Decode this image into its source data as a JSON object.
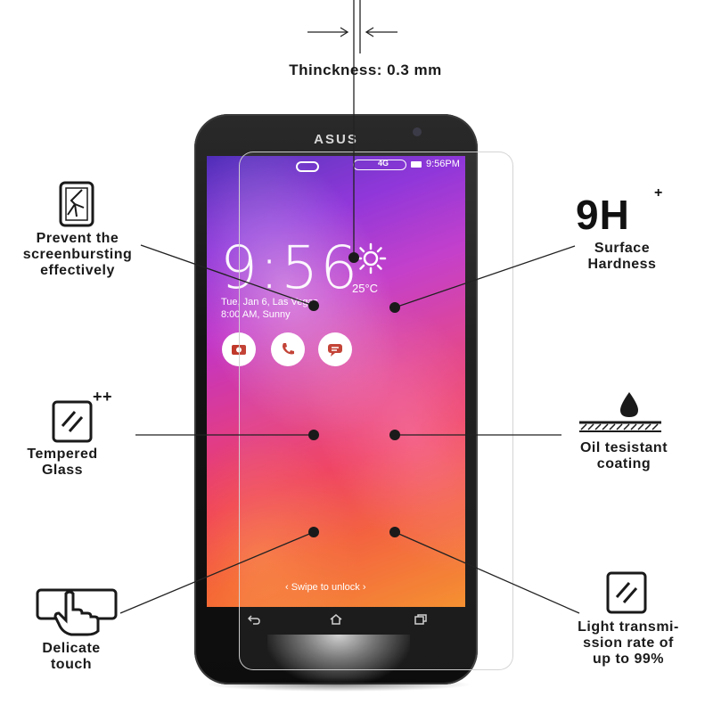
{
  "thickness": {
    "label": "Thinckness: 0.3 mm"
  },
  "phone": {
    "brand": "ASUS",
    "status_time": "9:56PM",
    "signal_text": "4G",
    "clock": "9:56",
    "temperature": "25°C",
    "date": "Tue, Jan 6, Las Vegas",
    "alarm": "8:00 AM, Sunny",
    "swipe": "‹ Swipe to unlock ›"
  },
  "features": {
    "left": [
      {
        "lines": [
          "Prevent the",
          "screenbursting",
          "effectively"
        ],
        "icon": "shattered-screen-icon"
      },
      {
        "lines": [
          "Tempered",
          "Glass"
        ],
        "icon": "tempered-glass-icon",
        "superscript": "++"
      },
      {
        "lines": [
          "Delicate",
          "touch"
        ],
        "icon": "touch-hand-icon"
      }
    ],
    "right": [
      {
        "lines": [
          "Surface",
          "Hardness"
        ],
        "value": "9H",
        "superscript": "+"
      },
      {
        "lines": [
          "Oil tesistant",
          "coating"
        ],
        "icon": "oil-drop-icon"
      },
      {
        "lines": [
          "Light transmi-",
          "ssion rate of",
          "up to 99%"
        ],
        "icon": "light-transmission-icon"
      }
    ]
  },
  "colors": {
    "background": "#ffffff",
    "text": "#1a1a1a",
    "screen_purple": "#8a2bd8",
    "screen_pink": "#e03c8a",
    "screen_orange": "#f58a25"
  }
}
